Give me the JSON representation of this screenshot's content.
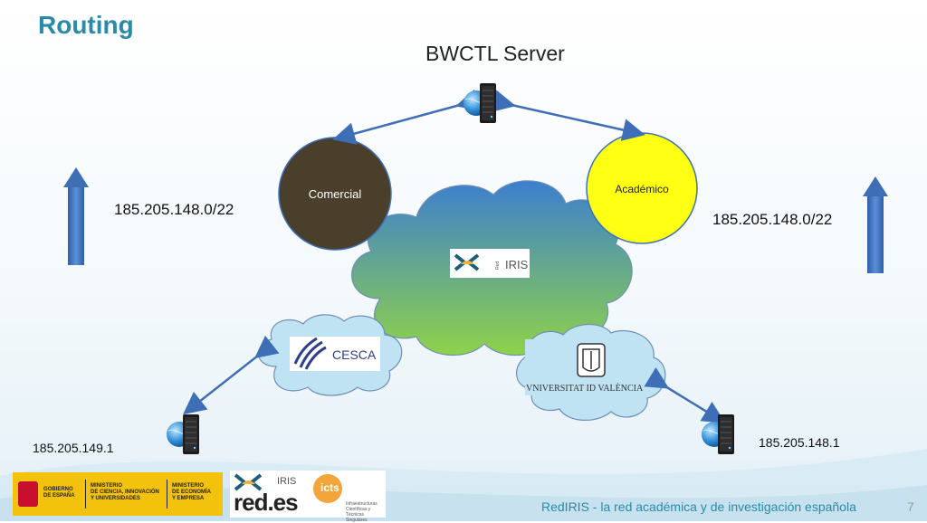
{
  "title": "Routing",
  "server_title": "BWCTL Server",
  "nodes": {
    "comercial": "Comercial",
    "academico": "Académico",
    "rediris_logo": "IRIS",
    "rediris_red": "Red",
    "cesca": "CESCA",
    "valencia": "VNIVERSITAT ID VALÈNCIA"
  },
  "ips": {
    "left_prefix": "185.205.148.0/22",
    "right_prefix": "185.205.148.0/22",
    "bottom_left": "185.205.149.1",
    "bottom_right": "185.205.148.1"
  },
  "footer": {
    "gob_line1": "GOBIERNO",
    "gob_line2": "DE ESPAÑA",
    "min1_line1": "MINISTERIO",
    "min1_line2": "DE CIENCIA, INNOVACIÓN",
    "min1_line3": "Y UNIVERSIDADES",
    "min2_line1": "MINISTERIO",
    "min2_line2": "DE ECONOMÍA",
    "min2_line3": "Y EMPRESA",
    "rediris_small": "IRIS",
    "redes": "red.es",
    "icts": "icts",
    "icts_caption": "Infraestructuras Científicas y Técnicas Singulares",
    "text": "RedIRIS - la red académica y de investigación española",
    "page": "7"
  },
  "colors": {
    "title": "#2a8ba8",
    "comercial_fill": "#4a3f2a",
    "academico_fill": "#ffff14",
    "arrow": "#3e6fb6"
  }
}
